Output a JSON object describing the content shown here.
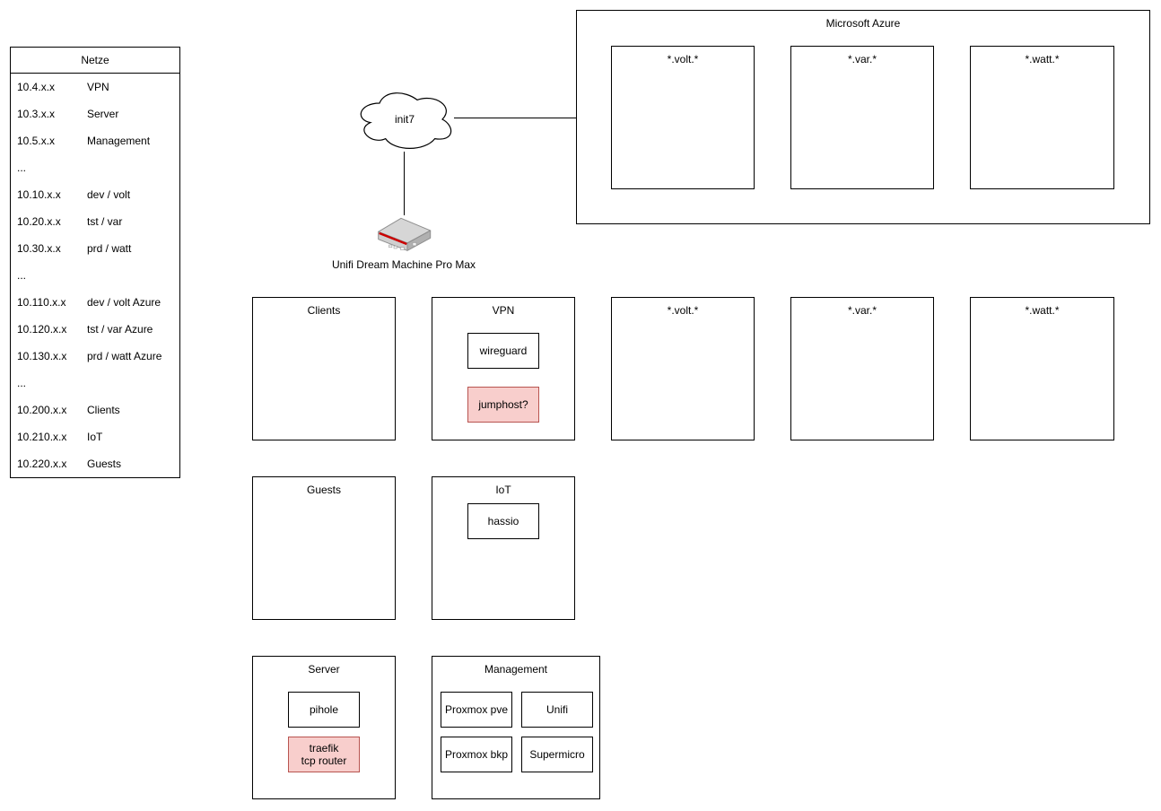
{
  "netze_table": {
    "title": "Netze",
    "rows": [
      {
        "ip": "10.4.x.x",
        "label": "VPN"
      },
      {
        "ip": "10.3.x.x",
        "label": "Server"
      },
      {
        "ip": "10.5.x.x",
        "label": "Management"
      },
      {
        "ip": "...",
        "label": ""
      },
      {
        "ip": "10.10.x.x",
        "label": "dev / volt"
      },
      {
        "ip": "10.20.x.x",
        "label": "tst / var"
      },
      {
        "ip": "10.30.x.x",
        "label": "prd / watt"
      },
      {
        "ip": "...",
        "label": ""
      },
      {
        "ip": "10.110.x.x",
        "label": "dev / volt Azure"
      },
      {
        "ip": "10.120.x.x",
        "label": "tst / var Azure"
      },
      {
        "ip": "10.130.x.x",
        "label": "prd / watt Azure"
      },
      {
        "ip": "...",
        "label": ""
      },
      {
        "ip": "10.200.x.x",
        "label": "Clients"
      },
      {
        "ip": "10.210.x.x",
        "label": "IoT"
      },
      {
        "ip": "10.220.x.x",
        "label": "Guests"
      }
    ]
  },
  "wan": {
    "cloud_label": "init7",
    "router_label": "Unifi Dream Machine Pro Max"
  },
  "azure": {
    "title": "Microsoft Azure",
    "environments": [
      {
        "title": "*.volt.*"
      },
      {
        "title": "*.var.*"
      },
      {
        "title": "*.watt.*"
      }
    ]
  },
  "networks": {
    "clients": {
      "title": "Clients"
    },
    "vpn": {
      "title": "VPN",
      "wireguard": "wireguard",
      "jumphost": "jumphost?"
    },
    "volt": {
      "title": "*.volt.*"
    },
    "var": {
      "title": "*.var.*"
    },
    "watt": {
      "title": "*.watt.*"
    },
    "guests": {
      "title": "Guests"
    },
    "iot": {
      "title": "IoT",
      "hassio": "hassio"
    },
    "server": {
      "title": "Server",
      "pihole": "pihole",
      "traefik_line1": "traefik",
      "traefik_line2": "tcp router"
    },
    "management": {
      "title": "Management",
      "proxmox_pve": "Proxmox pve",
      "unifi": "Unifi",
      "proxmox_bkp": "Proxmox bkp",
      "supermicro": "Supermicro"
    }
  },
  "colors": {
    "box_border": "#000000",
    "box_fill": "#ffffff",
    "highlight_fill": "#f8cecc",
    "highlight_border": "#b85450",
    "router_stripe": "#cc0000",
    "router_body": "#d4d4d4",
    "line": "#000000"
  }
}
